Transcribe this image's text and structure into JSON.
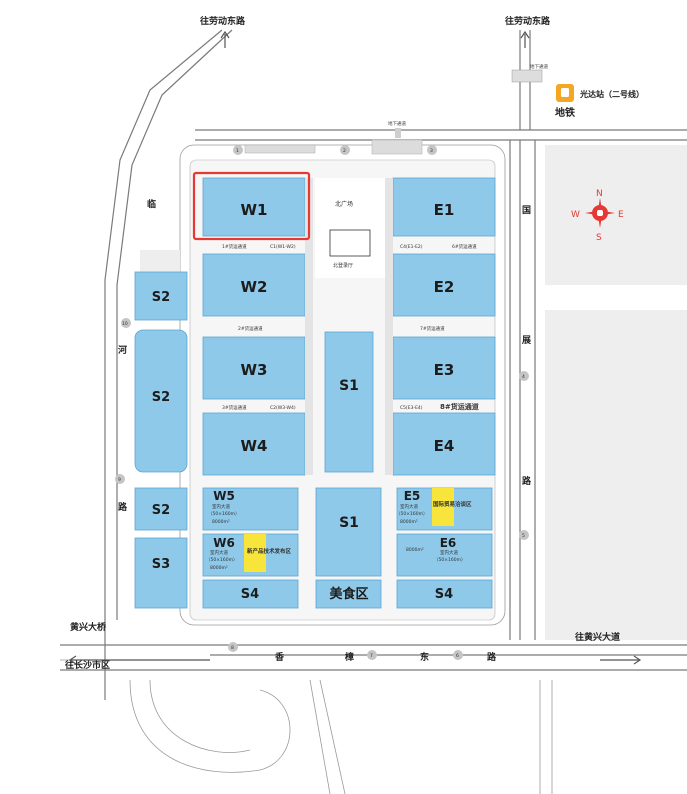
{
  "roads": {
    "north_left": "往劳动东路",
    "north_right": "往劳动东路",
    "west_chars": [
      "临",
      "河",
      "路"
    ],
    "east_chars": [
      "国",
      "展",
      "路"
    ],
    "south_chars": [
      "香",
      "樟",
      "东",
      "路"
    ],
    "south_east": "往黄兴大道",
    "bridge": "黄兴大桥",
    "to_city": "往长沙市区"
  },
  "metro": {
    "station": "光达站（二号线）",
    "label": "地铁",
    "passage_top": "地下通道",
    "passage_metro": "地下通道"
  },
  "compass": {
    "n": "N",
    "s": "S",
    "e": "E",
    "w": "W"
  },
  "halls": {
    "w1": "W1",
    "w2": "W2",
    "w3": "W3",
    "w4": "W4",
    "e1": "E1",
    "e2": "E2",
    "e3": "E3",
    "e4": "E4",
    "s1_top": "S1",
    "s1_bottom": "S1",
    "s2_a": "S2",
    "s2_b": "S2",
    "s2_c": "S2",
    "s3": "S3",
    "s4_left": "S4",
    "s4_right": "S4",
    "food": "美食区",
    "w5": {
      "name": "W5",
      "sub1": "室内大道",
      "sub2": "（50×160m）",
      "area": "8000m²"
    },
    "w6": {
      "name": "W6",
      "sub1": "室内大道",
      "sub2": "（50×160m）",
      "area": "8000m²",
      "tag": "新产品技术发布区"
    },
    "e5": {
      "name": "E5",
      "sub1": "室内大道",
      "sub2": "（50×160m）",
      "area": "8000m²",
      "tag": "国际贸易洽谈区"
    },
    "e6": {
      "name": "E6",
      "sub1": "室内大道",
      "sub2": "（50×160m）",
      "area": "8000m²"
    }
  },
  "passages": {
    "p1": "1#货运通道",
    "c1": "C1(W1-W2)",
    "c4": "C4(E1-E2)",
    "p6": "6#货运通道",
    "p2": "2#货运通道",
    "p7": "7#货运通道",
    "p3": "3#货运通道",
    "c2": "C2(W3-W4)",
    "c5": "C5(E3-E4)",
    "p8": "8#货运通道"
  },
  "north_plaza": "北广场",
  "north_hall": "北登录厅",
  "gates": [
    "1",
    "2",
    "3",
    "4",
    "5",
    "6",
    "7",
    "8",
    "9",
    "10"
  ]
}
